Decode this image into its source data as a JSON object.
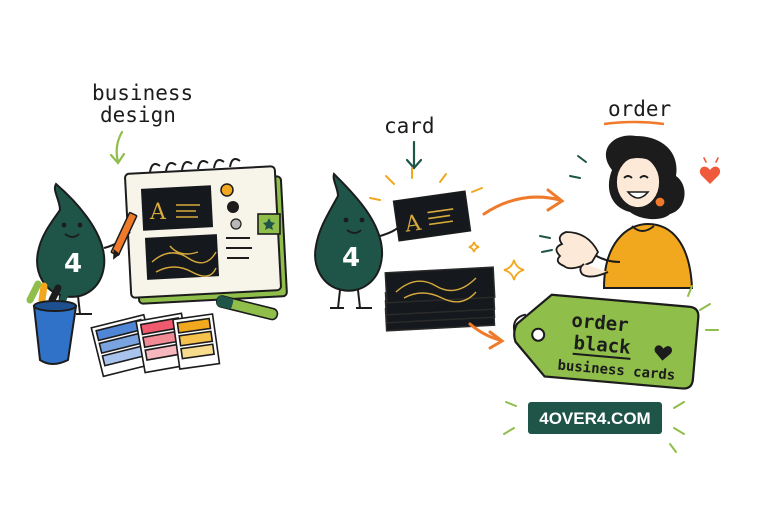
{
  "labels": {
    "business_design": [
      "business",
      "design"
    ],
    "card": "card",
    "order": "order"
  },
  "mascot": {
    "number": "4"
  },
  "card_letter": "A",
  "tag": {
    "line1": "order",
    "line2": "black",
    "line3": "business cards"
  },
  "badge": {
    "text": "4OVER4.COM"
  },
  "colors": {
    "mascot_green": "#1e5548",
    "accent_orange": "#ef7a2a",
    "tag_green": "#8fbe4a",
    "card_black": "#15181c",
    "gold": "#d6ab3c",
    "badge_bg": "#1e5548",
    "sweater_yellow": "#f2a81e"
  },
  "icons": [
    "pencil-icon",
    "marker-icon",
    "star-icon",
    "heart-icon",
    "sparkle-icon",
    "arrow-icon"
  ]
}
